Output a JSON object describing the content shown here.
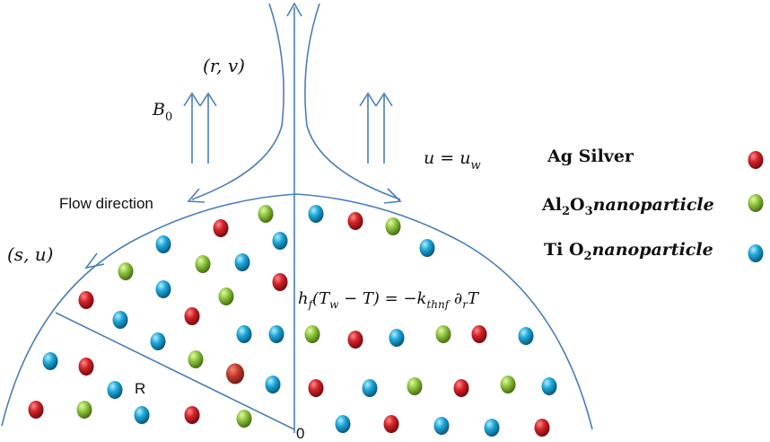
{
  "labels": {
    "r_v": "(r, v)",
    "B0_base": "B",
    "B0_sub": "0",
    "u_eq_base": "u = u",
    "u_eq_sub": "w",
    "flow_direction": "Flow direction",
    "s_u": "(s, u)",
    "bc_h": "h",
    "bc_h_sub": "f",
    "bc_mid": "(T",
    "bc_mid_sub": "w",
    "bc_mid2": " − T) = −k",
    "bc_k_sub": "thnf",
    "bc_partial": " ∂",
    "bc_partial_sub": "r",
    "bc_T": "T",
    "radius": "R",
    "origin": "0"
  },
  "legend": {
    "ag": "Ag Silver",
    "al_prefix": "Al",
    "al_sub1": "2",
    "al_mid": "O",
    "al_sub2": "3",
    "al_suffix": "nanoparticle",
    "ti_prefix": "Ti O",
    "ti_sub": "2",
    "ti_suffix": "nanoparticle"
  },
  "colors": {
    "line": "#4a7ebb",
    "silver": "#d2232a",
    "alumina": "#8dc63f",
    "titania": "#1ba8d8"
  }
}
